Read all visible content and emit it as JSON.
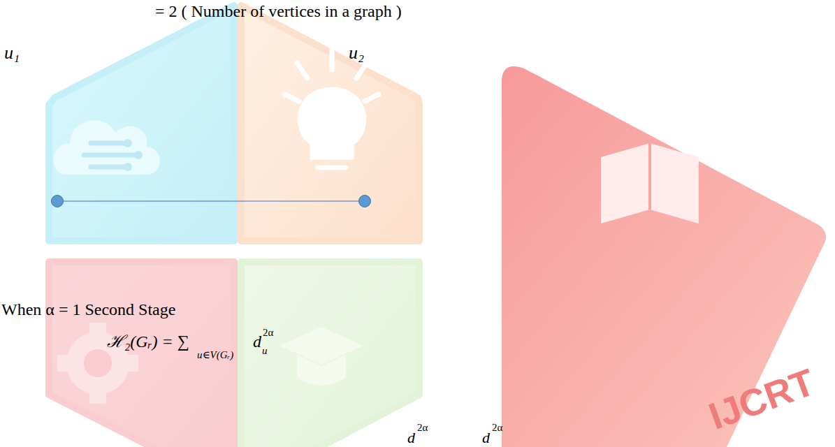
{
  "diagram": {
    "nodes": [
      {
        "text": [
          "u₁"
        ]
      },
      {
        "text": [
          "u₂"
        ]
      }
    ],
    "edges": [
      {
        "from": 0,
        "to": 1,
        "arrow": "none"
      }
    ],
    "labels": [
      "= 2 ( Number of vertices in a graph )",
      "When α = 1 Second Stage",
      "ℋ₂(Gᵣ) = ∑",
      "u∈V(Gᵣ)",
      "d",
      "u",
      "2α",
      "d",
      "2α",
      "d",
      "2α",
      "IJCRT"
    ]
  }
}
